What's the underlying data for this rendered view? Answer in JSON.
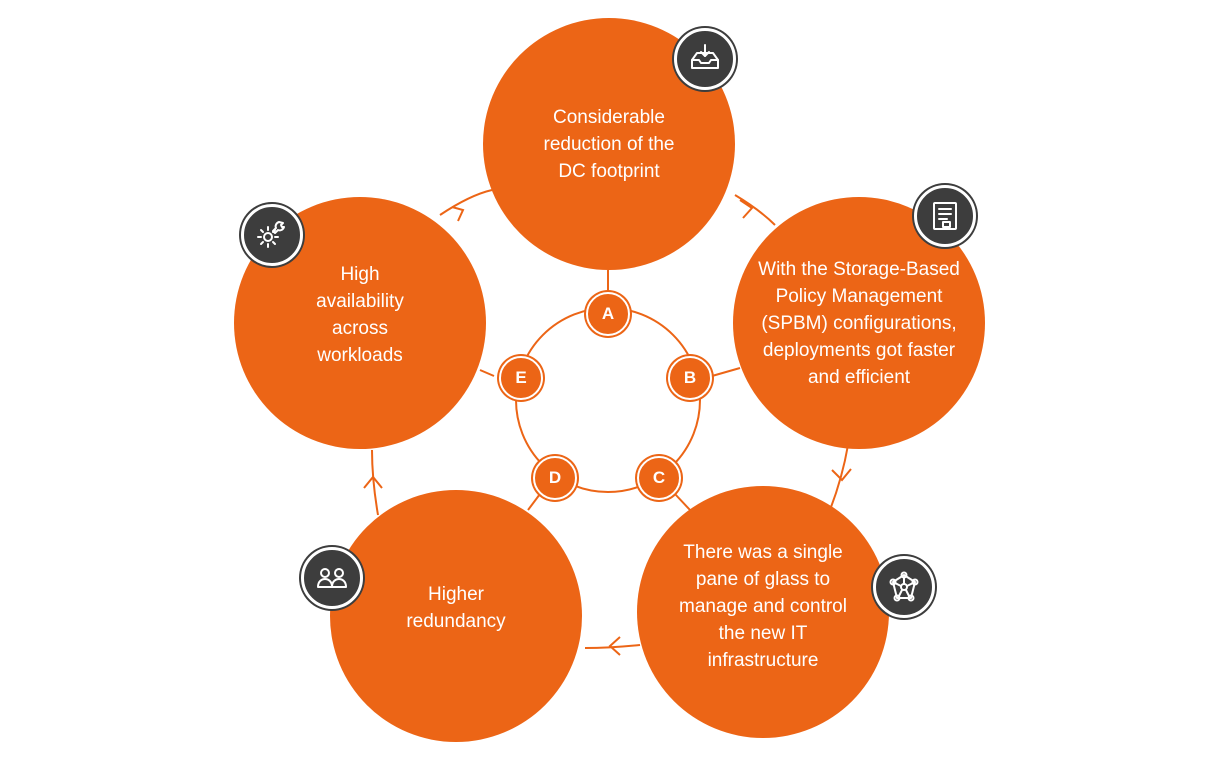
{
  "colors": {
    "accent": "#ec6516",
    "badge": "#3d3d3d",
    "text": "#ffffff"
  },
  "nodes": [
    {
      "letter": "A",
      "text": "Considerable reduction of the DC footprint",
      "icon": "inbox-download-icon"
    },
    {
      "letter": "B",
      "text": "With the Storage-Based Policy Management (SPBM) configurations, deployments got faster and efficient",
      "icon": "document-list-icon"
    },
    {
      "letter": "C",
      "text": "There was a single pane of glass to manage and control the new IT infrastructure",
      "icon": "network-hub-icon"
    },
    {
      "letter": "D",
      "text": "Higher redundancy",
      "icon": "users-icon"
    },
    {
      "letter": "E",
      "text": "High availability across workloads",
      "icon": "gear-wrench-icon"
    }
  ]
}
